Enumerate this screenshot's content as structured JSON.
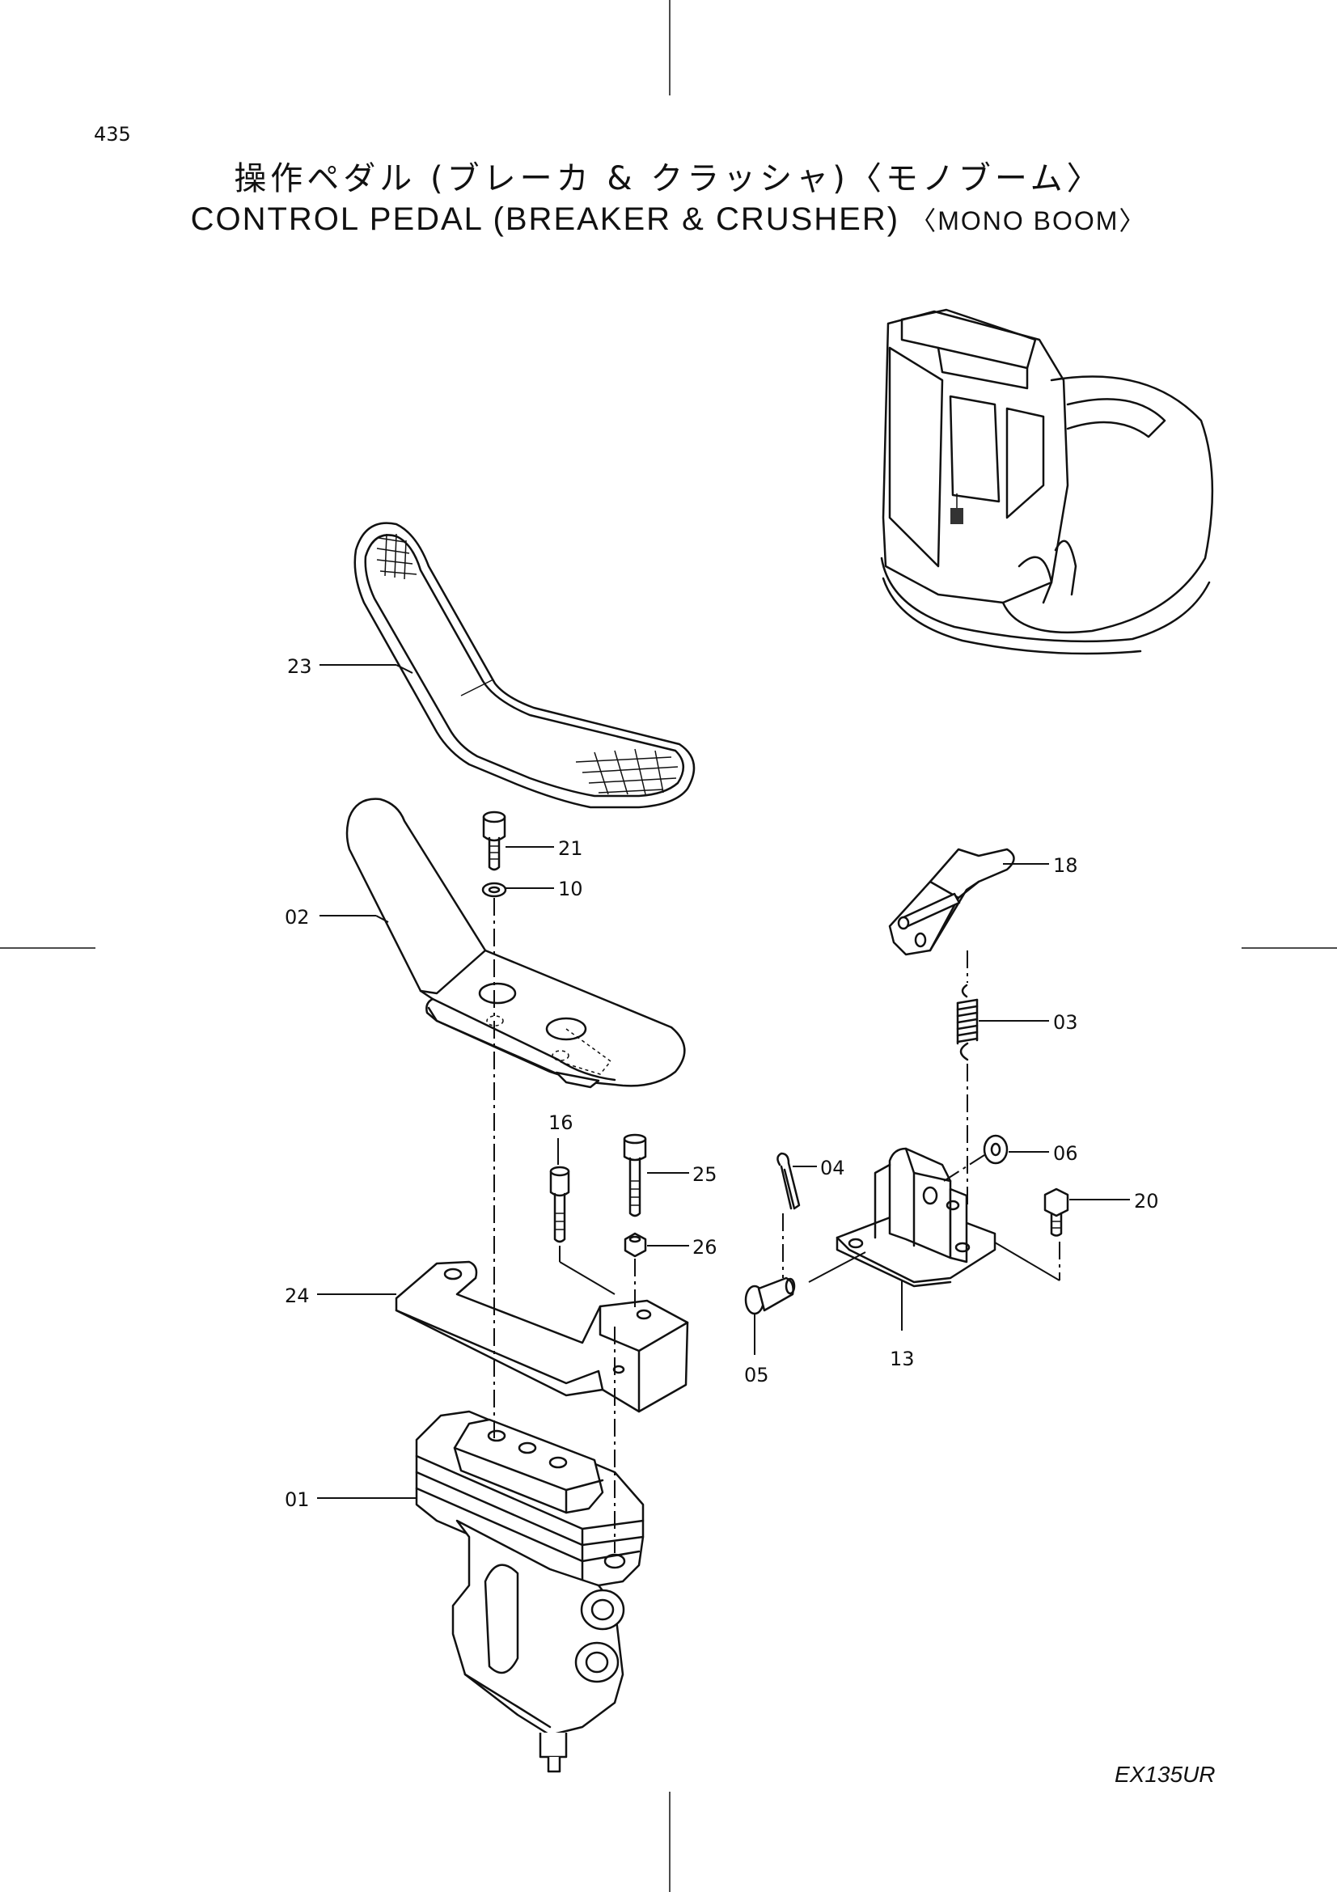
{
  "page_number": "435",
  "title_jp": "操作ペダル (ブレーカ & クラッシャ)〈モノブーム〉",
  "title_en": "CONTROL PEDAL (BREAKER & CRUSHER)",
  "title_en_sub": "〈MONO BOOM〉",
  "model": "EX135UR",
  "callouts": {
    "p01": "01",
    "p02": "02",
    "p03": "03",
    "p04": "04",
    "p05": "05",
    "p06": "06",
    "p10": "10",
    "p13": "13",
    "p16": "16",
    "p18": "18",
    "p20": "20",
    "p21": "21",
    "p23": "23",
    "p24": "24",
    "p25": "25",
    "p26": "26"
  }
}
